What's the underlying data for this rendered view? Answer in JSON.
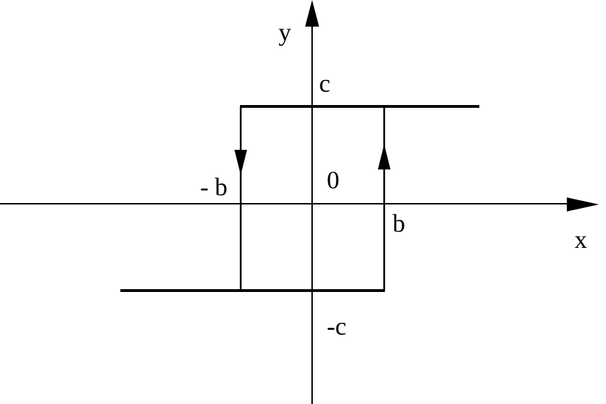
{
  "axes": {
    "x_label": "x",
    "y_label": "y"
  },
  "labels": {
    "c": "c",
    "neg_c": "-c",
    "b": "b",
    "neg_b": "- b",
    "origin": "0"
  },
  "colors": {
    "stroke": "#000000",
    "background": "#ffffff"
  }
}
